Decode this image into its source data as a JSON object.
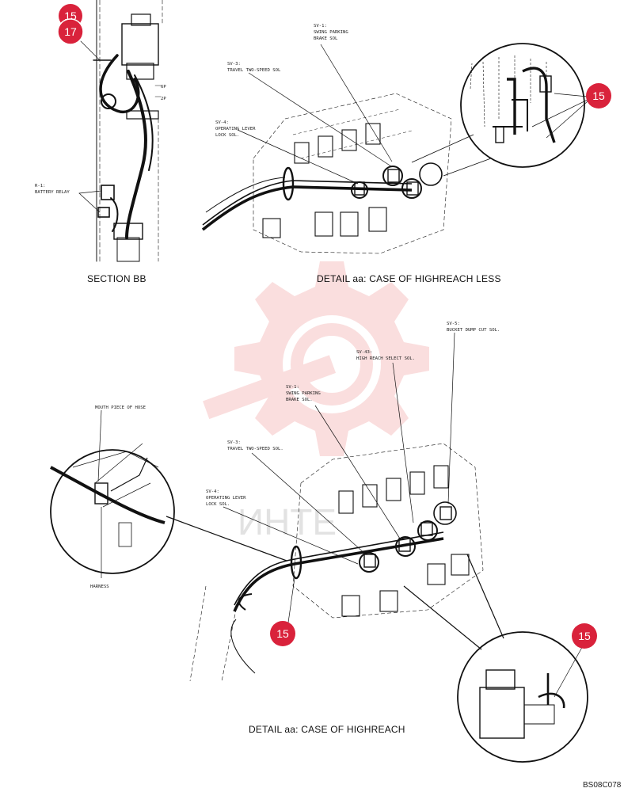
{
  "accent_color": "#d9223b",
  "watermark": {
    "text": "ИНТЕ",
    "color": "#e96b6b"
  },
  "section_bb": {
    "caption": "SECTION BB",
    "port_labels": [
      "6P",
      "2P"
    ],
    "relay_code": "R-1:",
    "relay_name": "BATTERY RELAY",
    "badges": [
      "15",
      "17"
    ]
  },
  "detail_less": {
    "caption": "DETAIL aa: CASE OF HIGHREACH LESS",
    "labels": [
      {
        "code": "SV-1:",
        "line1": "SWING PARKING",
        "line2": "BRAKE SOL"
      },
      {
        "code": "SV-3:",
        "line1": "TRAVEL TWO-SPEED SOL",
        "line2": ""
      },
      {
        "code": "SV-4:",
        "line1": "OPERATING LEVER",
        "line2": "LOCK SOL."
      }
    ],
    "badge": "15"
  },
  "detail_high": {
    "caption": "DETAIL aa: CASE OF HIGHREACH",
    "labels": [
      {
        "code": "SV-5:",
        "line1": "BUCKET DUMP CUT SOL.",
        "line2": ""
      },
      {
        "code": "SV-43:",
        "line1": "HIGH REACH SELECT SOL.",
        "line2": ""
      },
      {
        "code": "SV-1:",
        "line1": "SWING PARKING",
        "line2": "BRAKE SOL."
      },
      {
        "code": "SV-3:",
        "line1": "TRAVEL TWO-SPEED SOL.",
        "line2": ""
      },
      {
        "code": "SV-4:",
        "line1": "OPERATING LEVER",
        "line2": "LOCK SOL."
      }
    ],
    "badges": [
      "15",
      "15"
    ],
    "hose_detail": {
      "mouth_label": "MOUTH PIECE OF HOSE",
      "harness_label": "HARNESS"
    }
  },
  "drawing_code": "BS08C078"
}
